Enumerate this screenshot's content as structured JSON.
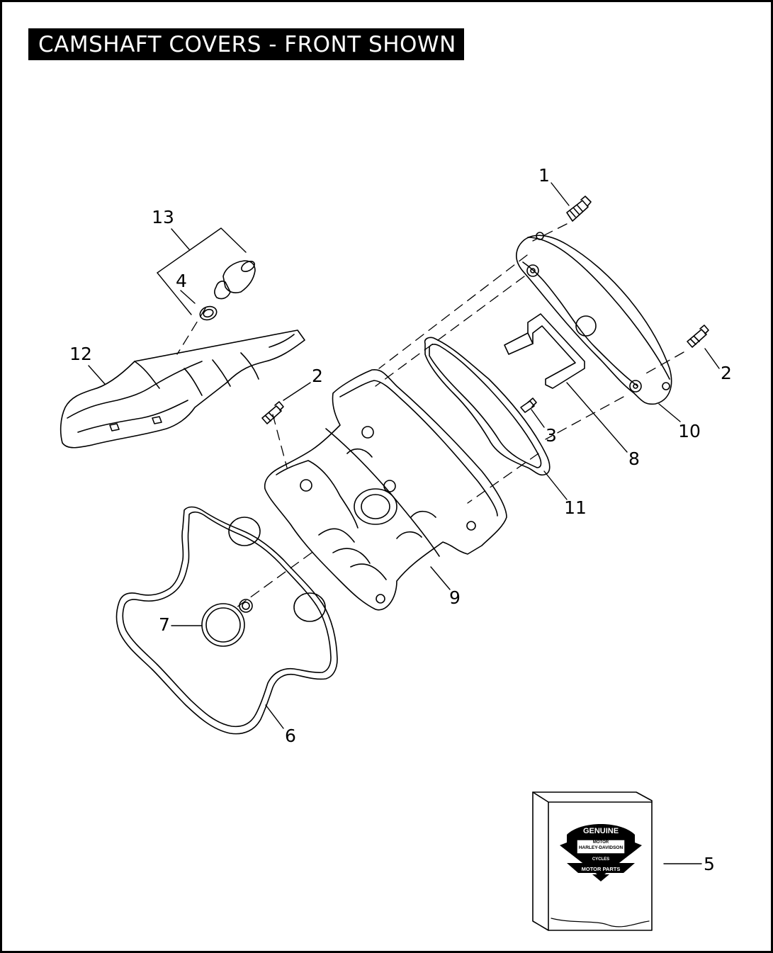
{
  "title": "CAMSHAFT COVERS - FRONT SHOWN",
  "callouts": [
    {
      "id": "c1",
      "label": "1"
    },
    {
      "id": "c2a",
      "label": "2"
    },
    {
      "id": "c2b",
      "label": "2"
    },
    {
      "id": "c3",
      "label": "3"
    },
    {
      "id": "c4",
      "label": "4"
    },
    {
      "id": "c5",
      "label": "5"
    },
    {
      "id": "c6",
      "label": "6"
    },
    {
      "id": "c7",
      "label": "7"
    },
    {
      "id": "c8",
      "label": "8"
    },
    {
      "id": "c9",
      "label": "9"
    },
    {
      "id": "c10",
      "label": "10"
    },
    {
      "id": "c11",
      "label": "11"
    },
    {
      "id": "c12",
      "label": "12"
    },
    {
      "id": "c13",
      "label": "13"
    }
  ],
  "logo": {
    "text_top": "GENUINE",
    "text_middle": "HARLEY-DAVIDSON",
    "text_bottom": "MOTOR PARTS",
    "text_motor": "MOTOR",
    "text_cycles": "CYCLES"
  }
}
